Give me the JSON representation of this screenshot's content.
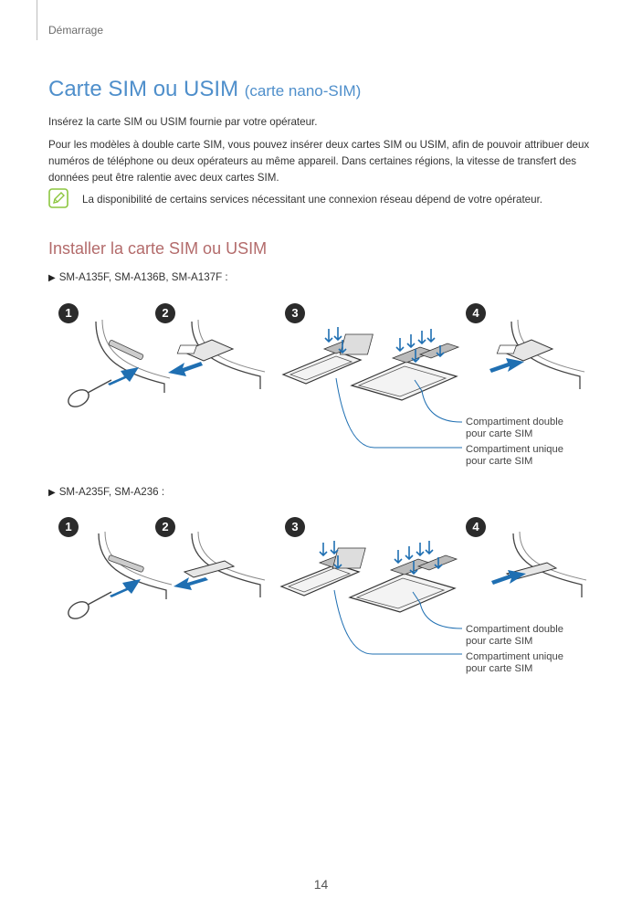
{
  "header": {
    "chapter": "Démarrage"
  },
  "page": {
    "title_main": "Carte SIM ou USIM",
    "title_sub": "(carte nano-SIM)",
    "intro": "Insérez la carte SIM ou USIM fournie par votre opérateur.",
    "paragraph": "Pour les modèles à double carte SIM, vous pouvez insérer deux cartes SIM ou USIM, afin de pouvoir attribuer deux numéros de téléphone ou deux opérateurs au même appareil. Dans certaines régions, la vitesse de transfert des données peut être ralentie avec deux cartes SIM.",
    "note": "La disponibilité de certains services nécessitant une connexion réseau dépend de votre opérateur.",
    "section_title": "Installer la carte SIM ou USIM",
    "page_number": "14"
  },
  "figures": [
    {
      "models": "SM-A135F, SM-A136B, SM-A137F :",
      "steps": [
        "1",
        "2",
        "3",
        "4"
      ],
      "callout_dual": "Compartiment double\npour carte SIM",
      "callout_single": "Compartiment unique\npour carte SIM"
    },
    {
      "models": "SM-A235F, SM-A236 :",
      "steps": [
        "1",
        "2",
        "3",
        "4"
      ],
      "callout_dual": "Compartiment double\npour carte SIM",
      "callout_single": "Compartiment unique\npour carte SIM"
    }
  ],
  "icons": {
    "note": "note-pencil-icon",
    "bullet": "triangle-bullet-icon"
  },
  "colors": {
    "title": "#4f8fcb",
    "section": "#b36b6b",
    "note_icon": "#8cc63f",
    "arrow": "#1f6fb2",
    "callout_line": "#1f6fb2"
  }
}
